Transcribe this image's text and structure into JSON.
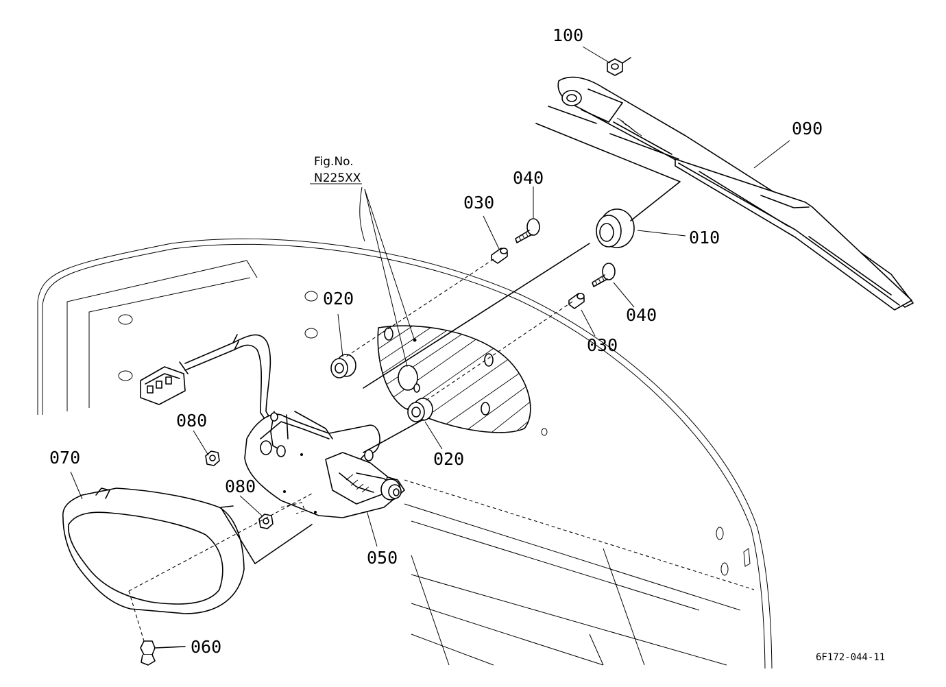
{
  "parts": {
    "p010": "010",
    "p020a": "020",
    "p020b": "020",
    "p030a": "030",
    "p030b": "030",
    "p040a": "040",
    "p040b": "040",
    "p050": "050",
    "p060": "060",
    "p070": "070",
    "p080a": "080",
    "p080b": "080",
    "p090": "090",
    "p100": "100"
  },
  "reference": {
    "line1": "Fig.No.",
    "line2": "N225XX"
  },
  "drawing_code": "6F172-044-11"
}
